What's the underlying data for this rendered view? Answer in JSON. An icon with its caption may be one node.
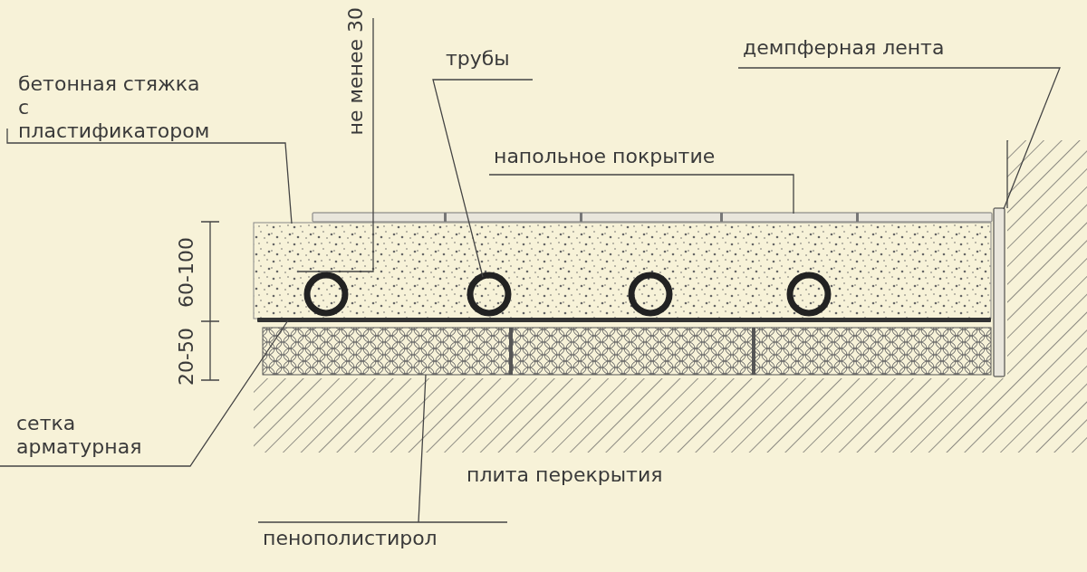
{
  "diagram": {
    "nodes": [
      {
        "text": [
          "бетонная стяжка с пластификатором"
        ]
      },
      {
        "text": [
          "трубы"
        ]
      },
      {
        "text": [
          "напольное покрытие"
        ]
      },
      {
        "text": [
          "демпферная лента"
        ]
      },
      {
        "text": [
          "сетка арматурная"
        ]
      },
      {
        "text": [
          "пенополистирол"
        ]
      },
      {
        "text": [],
        "shape": "box"
      },
      {
        "text": [],
        "shape": "circle",
        "in": 6
      },
      {
        "text": [],
        "shape": "circle",
        "in": 6
      },
      {
        "text": [],
        "shape": "circle",
        "in": 6
      },
      {
        "text": [],
        "shape": "circle",
        "in": 6
      },
      {
        "text": [],
        "shape": "bar"
      },
      {
        "text": [],
        "shape": "bar"
      },
      {
        "text": [],
        "shape": "bar"
      },
      {
        "text": [],
        "shape": "box"
      }
    ],
    "edges": [
      {
        "from": 0,
        "to": 6,
        "arrow": "none"
      },
      {
        "from": 1,
        "to": 8,
        "arrow": "none"
      },
      {
        "from": 2,
        "to": 11,
        "arrow": "none"
      },
      {
        "from": 3,
        "to": 12,
        "arrow": "none"
      },
      {
        "from": 4,
        "to": 13,
        "arrow": "none"
      },
      {
        "from": 5,
        "to": 14,
        "arrow": "none"
      }
    ],
    "labels": [
      "не менее 30",
      "60-100",
      "20-50",
      "плита перекрытия"
    ]
  }
}
